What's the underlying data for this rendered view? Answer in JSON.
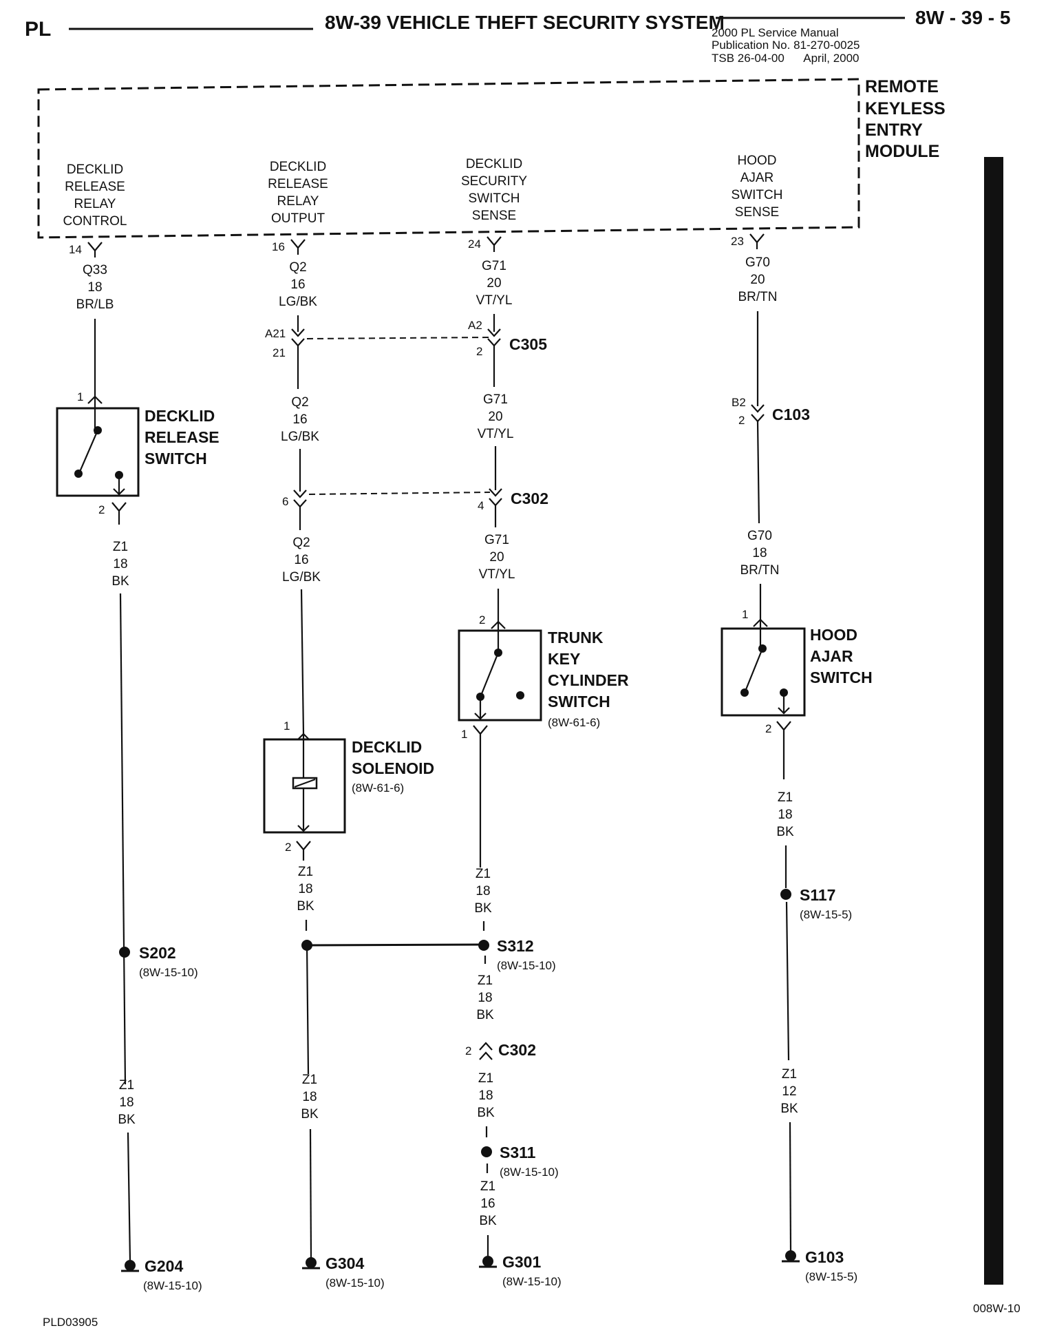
{
  "header": {
    "left": "PL",
    "title": "8W-39 VEHICLE THEFT SECURITY SYSTEM",
    "page": "8W - 39 - 5",
    "publication": [
      "2000 PL Service Manual",
      "Publication No. 81-270-0025",
      "TSB 26-04-00      April, 2000"
    ]
  },
  "module": {
    "name": [
      "REMOTE",
      "KEYLESS",
      "ENTRY",
      "MODULE"
    ],
    "pins": [
      {
        "lines": [
          "DECKLID",
          "RELEASE",
          "RELAY",
          "CONTROL"
        ],
        "pin": "14"
      },
      {
        "lines": [
          "DECKLID",
          "RELEASE",
          "RELAY",
          "OUTPUT"
        ],
        "pin": "16"
      },
      {
        "lines": [
          "DECKLID",
          "SECURITY",
          "SWITCH",
          "SENSE"
        ],
        "pin": "24"
      },
      {
        "lines": [
          "HOOD",
          "AJAR",
          "SWITCH",
          "SENSE"
        ],
        "pin": "23"
      }
    ]
  },
  "wires": {
    "c1_top": [
      "Q33",
      "18",
      "BR/LB"
    ],
    "c1_mid": [
      "Z1",
      "18",
      "BK"
    ],
    "c1_bot": [
      "Z1",
      "18",
      "BK"
    ],
    "c2_top": [
      "Q2",
      "16",
      "LG/BK"
    ],
    "c2_mid": [
      "Q2",
      "16",
      "LG/BK"
    ],
    "c2_low": [
      "Q2",
      "16",
      "LG/BK"
    ],
    "c2_sol": [
      "Z1",
      "18",
      "BK"
    ],
    "c2_bot": [
      "Z1",
      "18",
      "BK"
    ],
    "c3_top": [
      "G71",
      "20",
      "VT/YL"
    ],
    "c3_mid": [
      "G71",
      "20",
      "VT/YL"
    ],
    "c3_low": [
      "G71",
      "20",
      "VT/YL"
    ],
    "c3_sw": [
      "Z1",
      "18",
      "BK"
    ],
    "c3_s312": [
      "Z1",
      "18",
      "BK"
    ],
    "c3_c302": [
      "Z1",
      "18",
      "BK"
    ],
    "c3_s311": [
      "Z1",
      "16",
      "BK"
    ],
    "c4_top": [
      "G70",
      "20",
      "BR/TN"
    ],
    "c4_mid": [
      "G70",
      "18",
      "BR/TN"
    ],
    "c4_sw": [
      "Z1",
      "18",
      "BK"
    ],
    "c4_bot": [
      "Z1",
      "12",
      "BK"
    ]
  },
  "connectors": {
    "c305": {
      "name": "C305",
      "a": "A21",
      "b": "21",
      "c": "A2",
      "d": "2"
    },
    "c103": {
      "name": "C103",
      "a": "B2",
      "b": "2"
    },
    "c302a": {
      "name": "C302",
      "a": "6",
      "b": "4"
    },
    "c302b": {
      "name": "C302",
      "a": "2"
    }
  },
  "components": {
    "decklid_release_switch": {
      "lines": [
        "DECKLID",
        "RELEASE",
        "SWITCH"
      ],
      "pin_top": "1",
      "pin_bot": "2"
    },
    "decklid_solenoid": {
      "lines": [
        "DECKLID",
        "SOLENOID"
      ],
      "ref": "(8W-61-6)",
      "pin_top": "1",
      "pin_bot": "2"
    },
    "trunk_key_switch": {
      "lines": [
        "TRUNK",
        "KEY",
        "CYLINDER",
        "SWITCH"
      ],
      "ref": "(8W-61-6)",
      "pin_top": "2",
      "pin_bot": "1"
    },
    "hood_ajar_switch": {
      "lines": [
        "HOOD",
        "AJAR",
        "SWITCH"
      ],
      "pin_top": "1",
      "pin_bot": "2"
    }
  },
  "splices": {
    "s202": {
      "name": "S202",
      "ref": "(8W-15-10)"
    },
    "s312": {
      "name": "S312",
      "ref": "(8W-15-10)"
    },
    "s311": {
      "name": "S311",
      "ref": "(8W-15-10)"
    },
    "s117": {
      "name": "S117",
      "ref": "(8W-15-5)"
    }
  },
  "grounds": {
    "g204": {
      "name": "G204",
      "ref": "(8W-15-10)"
    },
    "g304": {
      "name": "G304",
      "ref": "(8W-15-10)"
    },
    "g301": {
      "name": "G301",
      "ref": "(8W-15-10)"
    },
    "g103": {
      "name": "G103",
      "ref": "(8W-15-5)"
    }
  },
  "footer": {
    "left": "PLD03905",
    "right": "008W-10"
  }
}
